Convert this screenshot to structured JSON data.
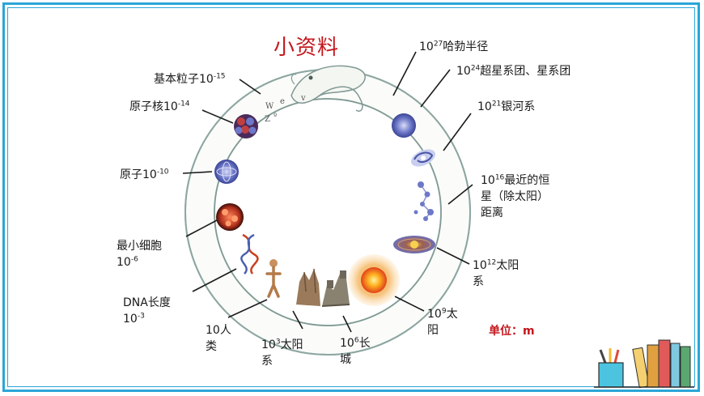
{
  "title": "小资料",
  "unit_label": "单位：m",
  "labels": {
    "hubble": {
      "base": "10",
      "exp": "27",
      "text": "哈勃半径"
    },
    "supercluster": {
      "base": "10",
      "exp": "24",
      "text": "超星系团、星系团"
    },
    "galaxy": {
      "base": "10",
      "exp": "21",
      "text": "银河系"
    },
    "nearest_star": {
      "base": "10",
      "exp": "16",
      "line1": "最近的恒",
      "line2": "星（除太阳）",
      "line3": "距离"
    },
    "solar_system": {
      "base": "10",
      "exp": "12",
      "line1": "太阳",
      "line2": "系"
    },
    "sun": {
      "base": "10",
      "exp": "9",
      "line1": "太",
      "line2": "阳"
    },
    "great_wall": {
      "base": "10",
      "exp": "6",
      "line1": "长",
      "line2": "城"
    },
    "mountain": {
      "base": "10",
      "exp": "3",
      "line1": "太阳",
      "line2": "系"
    },
    "human": {
      "line1": "10人",
      "line2": "类"
    },
    "dna": {
      "line1": "DNA长度",
      "base": "10",
      "exp": "-3"
    },
    "cell": {
      "line1": "最小细胞",
      "base": "10",
      "exp": "-6"
    },
    "atom": {
      "text": "原子10",
      "exp": "-10"
    },
    "nucleus": {
      "text": "原子核10",
      "exp": "-14"
    },
    "particle": {
      "text": "基本粒子10",
      "exp": "-15"
    }
  },
  "ring_letters": {
    "w": "W",
    "e": "e",
    "v": "v",
    "z": "Z",
    "n": "º"
  },
  "colors": {
    "title": "#c4161c",
    "frame": "#2aa6d8",
    "ring": "#9bb5b0"
  }
}
